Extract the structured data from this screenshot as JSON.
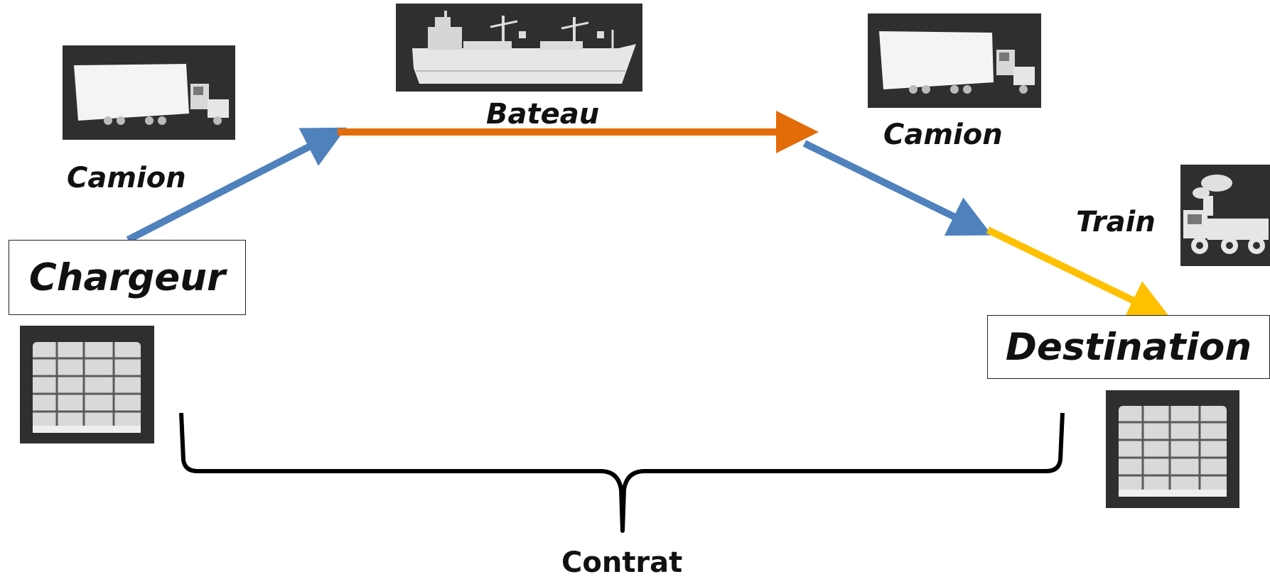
{
  "nodes": {
    "origin": "Chargeur",
    "destination": "Destination"
  },
  "transport": {
    "truck_left": "Camion",
    "ship": "Bateau",
    "truck_right": "Camion",
    "train": "Train"
  },
  "contract_label": "Contrat",
  "arrow_colors": {
    "truck": "#4F81BD",
    "ship": "#E36C0A",
    "train": "#FFC000"
  },
  "icons": [
    "truck-icon",
    "ship-icon",
    "truck-icon",
    "train-icon",
    "cargo-pallet-icon",
    "cargo-pallet-icon"
  ]
}
